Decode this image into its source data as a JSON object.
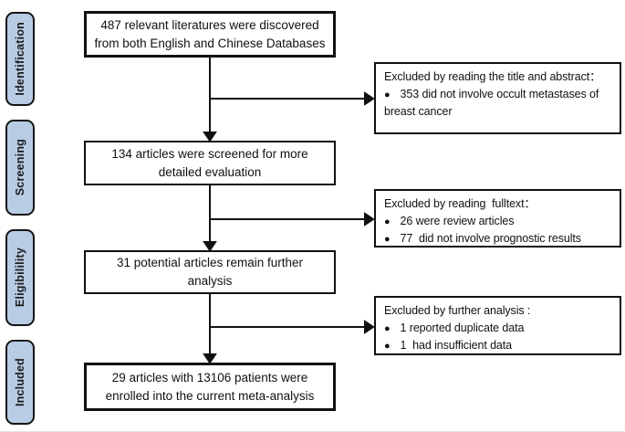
{
  "diagram": {
    "type": "prisma-flow",
    "stages": [
      {
        "label": "Identification"
      },
      {
        "label": "Screening"
      },
      {
        "label": "Eligibilility"
      },
      {
        "label": "Included"
      }
    ],
    "flow_boxes": [
      {
        "text": "487 relevant literatures were discovered from both English and Chinese Databases"
      },
      {
        "text": "134 articles were screened for more detailed evaluation"
      },
      {
        "text": "31 potential articles remain further analysis"
      },
      {
        "text": "29 articles with 13106 patients were enrolled into the current meta-analysis"
      }
    ],
    "exclusion_boxes": [
      {
        "header": "Excluded by reading the title and abstract：",
        "items": [
          "353 did not involve occult metastases of breast cancer"
        ]
      },
      {
        "header": "Excluded by reading  fulltext：",
        "items": [
          "26 were review articles",
          "77  did not involve prognostic results"
        ]
      },
      {
        "header": "Excluded by further analysis :",
        "items": [
          "1 reported duplicate data",
          "1  had insufficient data"
        ]
      }
    ],
    "icons": {
      "bullet": "●"
    },
    "colors": {
      "stage_fill": "#b8cce4",
      "stage_border": "#141414",
      "box_border": "#111111",
      "arrow": "#111111",
      "background": "#ffffff"
    }
  }
}
